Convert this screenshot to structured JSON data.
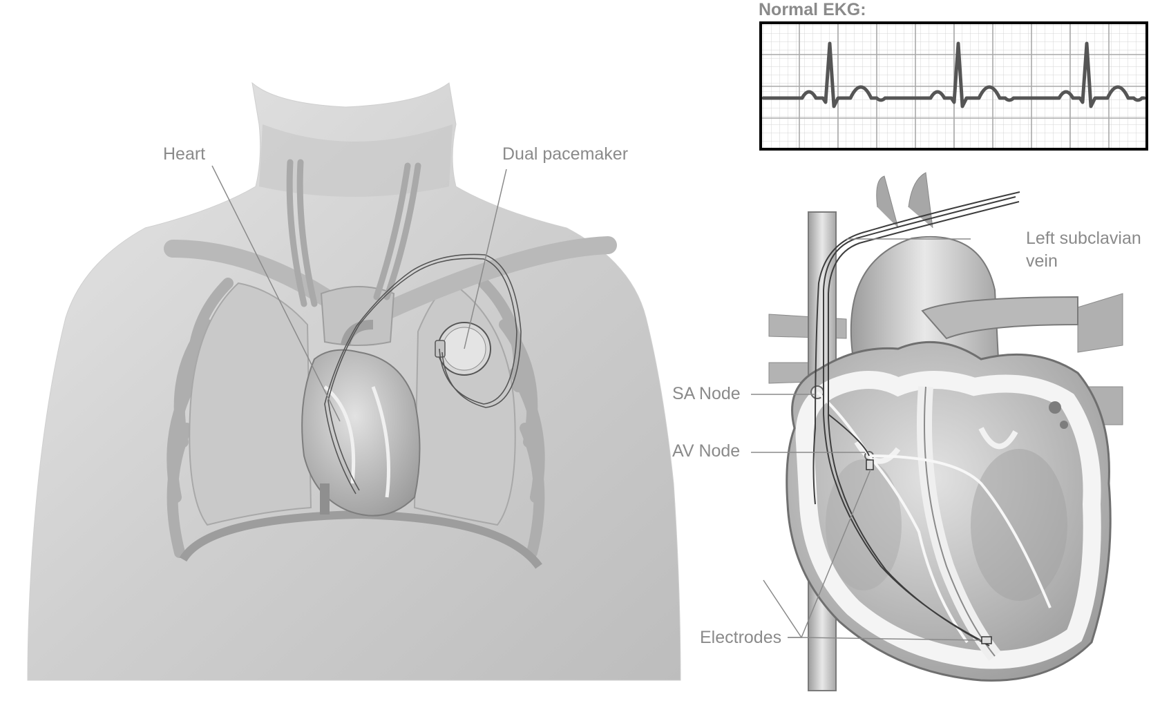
{
  "ekg": {
    "title": "Normal EKG:",
    "beats": 3
  },
  "labels": {
    "heart": "Heart",
    "dual_pacemaker": "Dual pacemaker",
    "left_subclavian_vein_line1": "Left subclavian",
    "left_subclavian_vein_line2": "vein",
    "sa_node": "SA Node",
    "av_node": "AV Node",
    "electrodes": "Electrodes"
  },
  "colors": {
    "label": "#8a8a8a",
    "ekg_grid": "#bdbdbd",
    "ekg_trace": "#555555",
    "body": "#d7d7d7",
    "frame": "#000000"
  }
}
